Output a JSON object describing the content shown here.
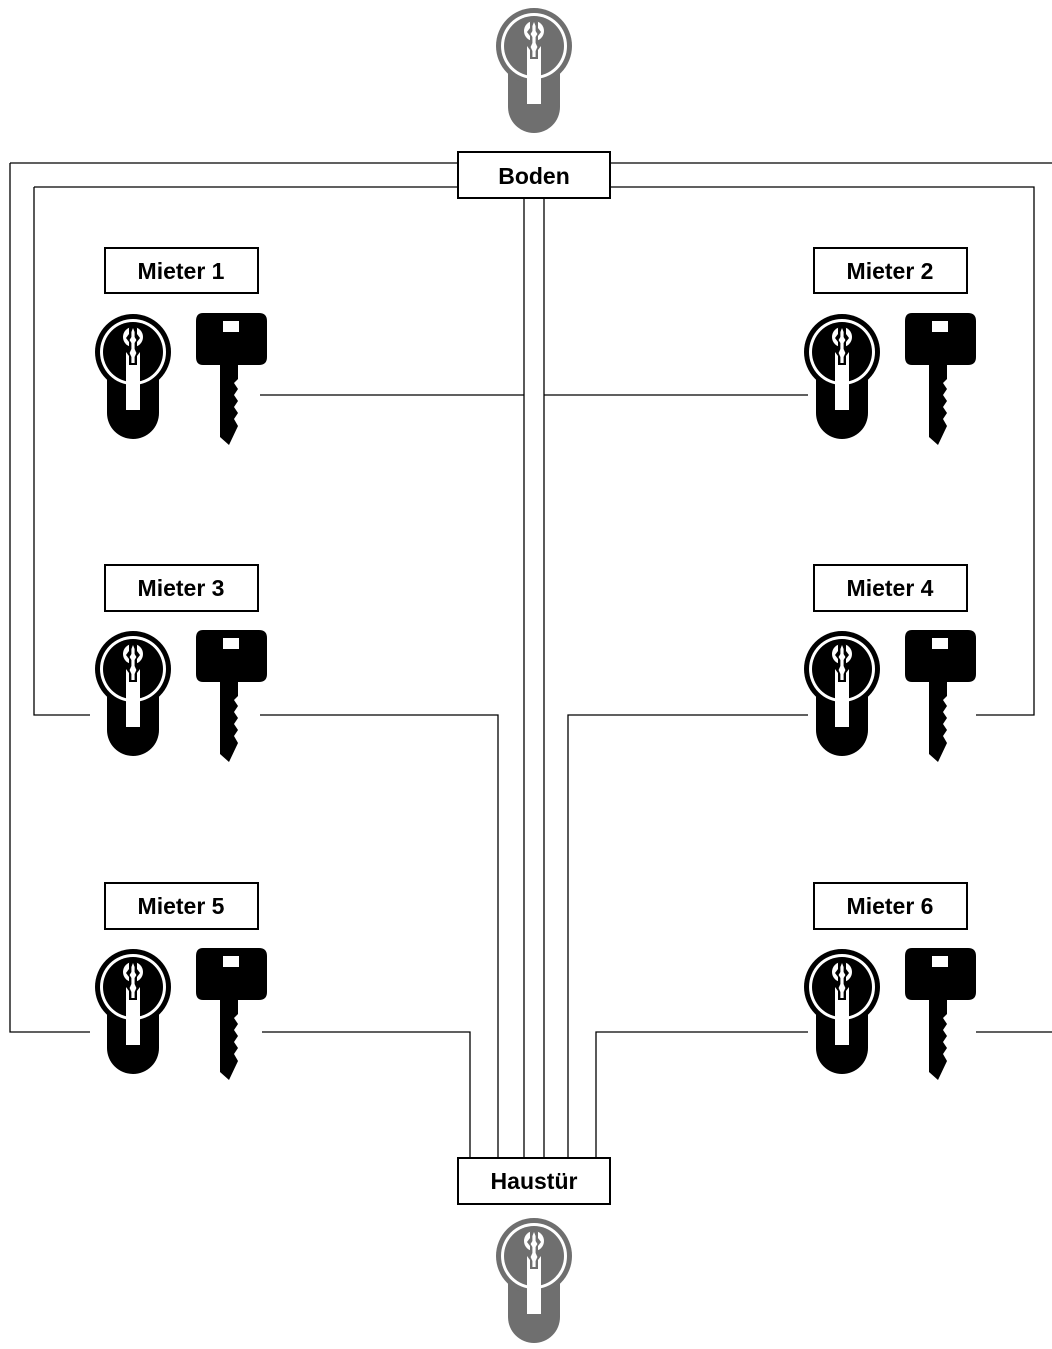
{
  "diagram": {
    "title": "",
    "colors": {
      "line": "#000000",
      "background": "#ffffff",
      "tenant_cylinder": "#000000",
      "common_cylinder": "#6f6f6f",
      "key": "#000000"
    },
    "common_doors": [
      {
        "id": "boden",
        "label": "Boden",
        "icon": "lock-cylinder-icon",
        "color": "#6f6f6f"
      },
      {
        "id": "haustuer",
        "label": "Haustür",
        "icon": "lock-cylinder-icon",
        "color": "#6f6f6f"
      }
    ],
    "tenants": [
      {
        "id": "mieter-1",
        "label": "Mieter 1",
        "icons": [
          "lock-cylinder-icon",
          "key-icon"
        ],
        "opens": [
          "own-door",
          "Boden",
          "Haustür"
        ]
      },
      {
        "id": "mieter-2",
        "label": "Mieter 2",
        "icons": [
          "lock-cylinder-icon",
          "key-icon"
        ],
        "opens": [
          "own-door",
          "Boden",
          "Haustür"
        ]
      },
      {
        "id": "mieter-3",
        "label": "Mieter 3",
        "icons": [
          "lock-cylinder-icon",
          "key-icon"
        ],
        "opens": [
          "own-door",
          "Boden",
          "Haustür"
        ]
      },
      {
        "id": "mieter-4",
        "label": "Mieter 4",
        "icons": [
          "lock-cylinder-icon",
          "key-icon"
        ],
        "opens": [
          "own-door",
          "Boden",
          "Haustür"
        ]
      },
      {
        "id": "mieter-5",
        "label": "Mieter 5",
        "icons": [
          "lock-cylinder-icon",
          "key-icon"
        ],
        "opens": [
          "own-door",
          "Boden",
          "Haustür"
        ]
      },
      {
        "id": "mieter-6",
        "label": "Mieter 6",
        "icons": [
          "lock-cylinder-icon",
          "key-icon"
        ],
        "opens": [
          "own-door",
          "Boden",
          "Haustür"
        ]
      }
    ]
  }
}
